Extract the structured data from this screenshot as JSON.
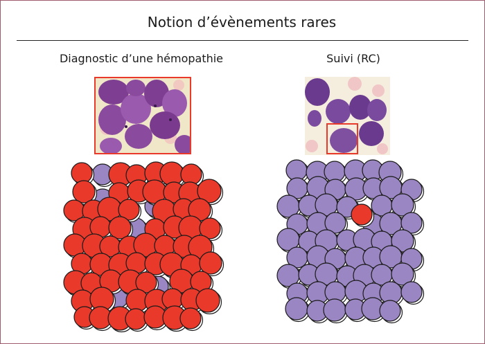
{
  "title": "Notion d’évènements rares",
  "left_panel": {
    "heading": "Diagnostic d’une hémopathie"
  },
  "right_panel": {
    "heading": "Suivi (RC)"
  },
  "colors": {
    "abnormal_cell": "#e8392b",
    "normal_cell": "#9a86c2",
    "cell_outline": "#1a1a1a",
    "highlight_box": "#e8392b",
    "frame_border": "#a05a6e"
  },
  "icons": [
    "smear-micrograph-icon",
    "cell-cluster-icon"
  ]
}
